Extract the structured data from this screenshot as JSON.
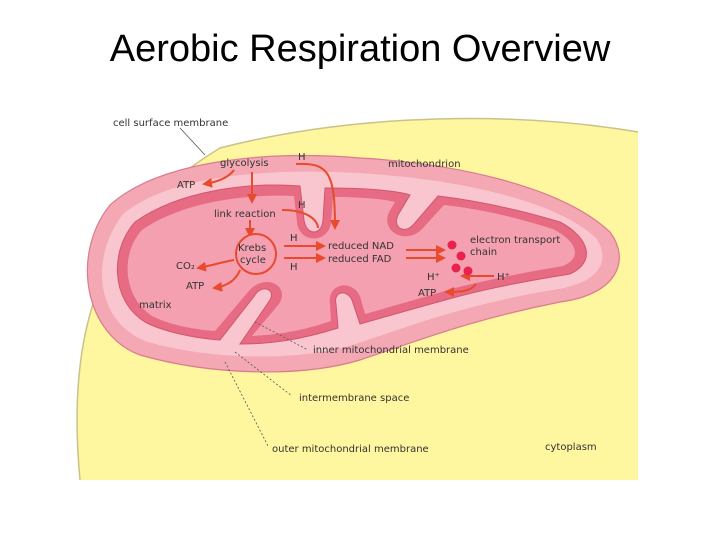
{
  "title": "Aerobic Respiration Overview",
  "colors": {
    "cytoplasm": "#fff6a0",
    "outer_membrane": "#f3a8b4",
    "intermembrane_space": "#f9c6cf",
    "inner_membrane": "#e76b83",
    "matrix": "#f4a0b0",
    "arrow": "#e84a2c",
    "dots": "#e8214f"
  },
  "labels": {
    "cell_surface_membrane": "cell surface membrane",
    "glycolysis": "glycolysis",
    "atp_glycolysis": "ATP",
    "h_glycolysis": "H",
    "mitochondrion": "mitochondrion",
    "link_reaction": "link reaction",
    "h_link": "H",
    "krebs_cycle_1": "Krebs",
    "krebs_cycle_2": "cycle",
    "h_krebs_1": "H",
    "h_krebs_2": "H",
    "co2": "CO₂",
    "atp_krebs": "ATP",
    "reduced_nad": "reduced NAD",
    "reduced_fad": "reduced FAD",
    "electron_transport_1": "electron transport",
    "electron_transport_2": "chain",
    "h_plus_1": "H⁺",
    "h_plus_2": "H⁺",
    "atp_etc": "ATP",
    "matrix": "matrix",
    "inner_mitochondrial_membrane": "inner mitochondrial membrane",
    "intermembrane_space": "intermembrane space",
    "outer_mitochondrial_membrane": "outer mitochondrial membrane",
    "cytoplasm": "cytoplasm"
  }
}
